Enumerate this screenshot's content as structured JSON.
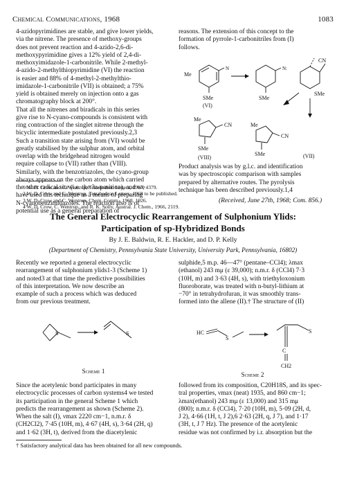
{
  "header": {
    "journal": "Chemical Communications, 1968",
    "page": "1083"
  },
  "prev_article": {
    "left_lines": [
      "4-azidopyrimidines are stable, and give lower yields,",
      "via the nitrene. The presence of methoxy-groups",
      "does not prevent reaction and 4-azido-2,6-di-",
      "methoxypyrimidine gives a 12% yield of 2,4-di-",
      "methoxyimidazole-1-carbonitrile. While 2-methyl-",
      "4-azido-2-methylthiopyrimidine (VI) the reaction",
      "is easier and 88% of 4-methyl-2-methylthio-",
      "imidazole-1-carbonitrile (VII) is obtained; a 75%",
      "yield is obtained merely on injection onto a gas",
      "chromatography block at 200°.",
      "That all the nitrenes and biradicals in this series",
      "give rise to N-cyano-compounds is consistent with",
      "ring contraction of the singlet nitrene through the",
      "bicyclic intermediate postulated previously.2,3",
      "Such a transition state arising from (VI) would be",
      "greatly stabilised by the sulphur atom, and orbital",
      "overlap with the bridgehead nitrogen would",
      "require collapse to (VII) rather than (VIII).",
      "Similarly, with the benzotriazoles, the cyano-group",
      "always appears on the carbon atom which carried",
      "the other radical site (i.e. the 3a-position), and we",
      "have used this technique as a means of preparing",
      "N-cyanobenzimidazoles. The reaction also is of",
      "potential use as a general preparation of"
    ],
    "right_lines_top": [
      "reasons. The extension of this concept to the",
      "formation of pyrrole-1-carbonitriles from (I)",
      "follows."
    ],
    "right_lines_bottom": [
      "Product analysis was by g.l.c. and identification",
      "was by spectroscopic comparison with samples",
      "prepared by alternative routes. The pyrolysis",
      "technique has been described previously.1,4"
    ],
    "received": "(Received, June 27th, 1968; Com. 856.)",
    "scheme_labels": {
      "me1": "Me",
      "sme1": "SMe",
      "vi": "(VI)",
      "sme2": "SMe",
      "cn": "CN",
      "sme3": "SMe",
      "vii": "(VII)",
      "me3": "Me",
      "cn2": "CN",
      "sme4": "SMe",
      "viii": "(VIII)",
      "me4": "Me",
      "cn3": "CN",
      "sme5": "SMe"
    },
    "references": [
      "1 W. D. Crow and C. Wentrup, Tetrahedron Letters, 1967, 4379.",
      "2 W. D. Crow and C. Wentrup, Tetrahedron Letters, 1968 to be published.",
      "3 W. D. Crow and C. Wentrup, Chem. Comm., 1968, 1026.",
      "4 W. D. Crow, C. Wentrup, and R. K. Solly, Austral. J. Chem., 1966, 2119."
    ]
  },
  "article": {
    "title_line1": "The General Electrocyclic Rearrangement of Sulphonium Ylids:",
    "title_line2": "Participation of sp-Hybridized Bonds",
    "authors": "By J. E. Baldwin, R. E. Hackler, and D. P. Kelly",
    "affiliation": "(Department of Chemistry, Pennsylvania State University, University Park, Pennsylvania, 16802)",
    "left_lines": [
      "Recently we reported a general electrocyclic",
      "rearrangement of sulphonium ylids1-3 (Scheme 1)",
      "and noted3 at that time the predictive possibilities",
      "of this interpretation. We now describe an",
      "example of such a process which was deduced",
      "from our previous treatment."
    ],
    "right_lines": [
      "sulphide,5 m.p. 46—47° (pentane–CCl4); λmax",
      "(ethanol) 243 mμ (ε 39,000); n.m.r. δ (CCl4) 7·3",
      "(10H, m) and 3·63 (4H, s), with triethyloxonium",
      "fluoroborate, was treated with n-butyl-lithium at",
      "−70° in tetrahydrofuran, it was smoothly trans-",
      "formed into the allene (II).† The structure of (II)"
    ],
    "scheme1_caption": "Scheme 1",
    "scheme2_caption": "Scheme 2",
    "scheme2_labels": {
      "hc": "HC",
      "s": "S",
      "c": "C",
      "ch2": "CH2"
    },
    "left_lines_2": [
      "Since the acetylenic bond participates in many",
      "electrocyclic processes of carbon systems4 we tested",
      "its participation in the general Scheme 1 which",
      "predicts the rearrangement as shown (Scheme 2).",
      "When the salt (I), νmax 2220 cm−1, n.m.r. δ",
      "(CH2Cl2), 7·45 (10H, m), 4·67 (4H, s), 3·64 (2H, q)",
      "and 1·62 (3H, t), derived from the diacetylenic"
    ],
    "right_lines_2": [
      "followed from its composition, C20H18S, and its spec-",
      "tral properties, νmax (neat) 1935, and 860 cm−1;",
      "λmax(ethanol) 243 mμ (ε 13,000) and 315 mμ",
      "(800); n.m.r. δ (CCl4), 7·20 (10H, m), 5·09 (2H, d,",
      "J 2), 4·66 (1H, t, J 2),6 2·63 (2H, q, J 7), and 1·17",
      "(3H, t, J 7 Hz). The presence of the acetylenic",
      "residue was not confirmed by i.r. absorption but the"
    ],
    "footnote": "† Satisfactory analytical data has been obtained for all new compounds."
  }
}
